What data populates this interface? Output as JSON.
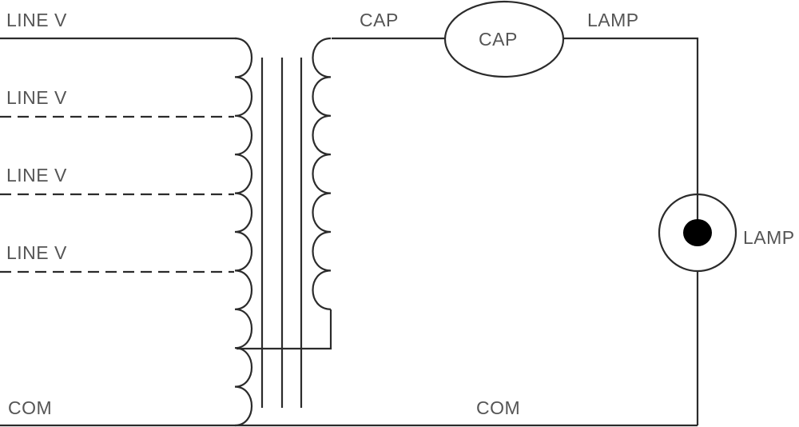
{
  "labels": {
    "line_v_1": "LINE V",
    "line_v_2": "LINE V",
    "line_v_3": "LINE V",
    "line_v_4": "LINE V",
    "com_left": "COM",
    "com_bottom": "COM",
    "cap_wire": "CAP",
    "cap_component": "CAP",
    "lamp_wire": "LAMP",
    "lamp_component": "LAMP"
  },
  "colors": {
    "line": "#2b2b2b",
    "text": "#555555",
    "lamp_dot": "#000000"
  }
}
